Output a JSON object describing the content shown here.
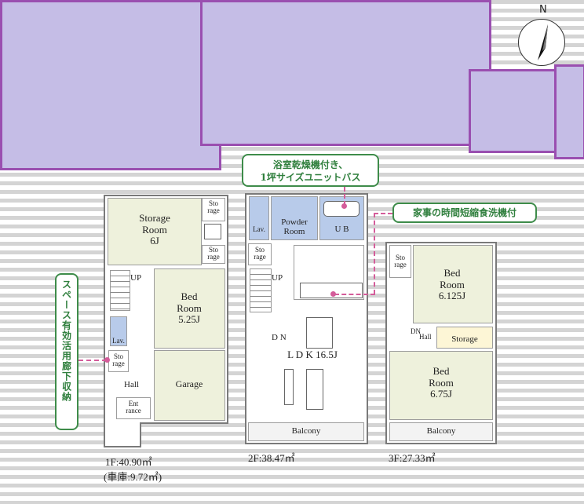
{
  "compass": {
    "letter": "N"
  },
  "floor1": {
    "storage_room": "Storage\nRoom\n6J",
    "storage_top": "Sto\nrage",
    "storage_mid": "Sto\nrage",
    "up": "UP",
    "bed": "Bed\nRoom\n5.25J",
    "lav": "Lav.",
    "storage_under": "Sto\nrage",
    "hall": "Hall",
    "garage": "Garage",
    "entrance": "Ent\nrance",
    "area": "1F:40.90㎡",
    "area_garage": "(車庫:9.72㎡)"
  },
  "floor2": {
    "lav": "Lav.",
    "powder": "Powder\nRoom",
    "ub": "U B",
    "storage": "Sto\nrage",
    "up": "UP",
    "dn": "D N",
    "ldk": "L D K 16.5J",
    "balcony": "Balcony",
    "area": "2F:38.47㎡"
  },
  "floor3": {
    "storage_top": "Sto\nrage",
    "bed1": "Bed\nRoom\n6.125J",
    "dn": "DN",
    "hall": "Hall",
    "storage": "Storage",
    "bed2": "Bed\nRoom\n6.75J",
    "balcony": "Balcony",
    "area": "3F:27.33㎡"
  },
  "callouts": {
    "bath": "浴室乾燥機付き、\n1坪サイズユニットバス",
    "dishwasher": "家事の時間短縮食洗機付",
    "storage_under_stairs": "スペース有効活用廊下収納"
  }
}
